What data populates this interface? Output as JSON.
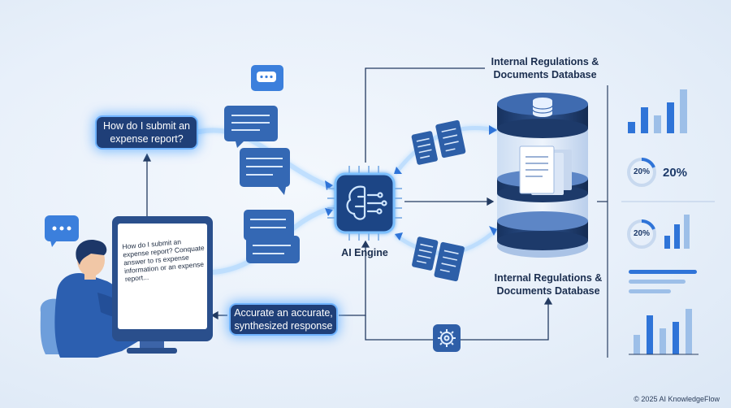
{
  "query": {
    "line1": "How do I submit an",
    "line2": "expense report?"
  },
  "response": {
    "line1": "Accurate an accurate,",
    "line2": "synthesized response"
  },
  "engine": {
    "label": "AI Engine"
  },
  "database": {
    "top_line1": "Internal Regulations &",
    "top_line2": "Documents Database",
    "bottom_line1": "Internal Regulations &",
    "bottom_line2": "Documents Database"
  },
  "screen": {
    "lines": [
      "How do I submit an",
      "expense report? Conquate",
      "answer to rs expense",
      "information or an expense",
      "report..."
    ]
  },
  "stats": {
    "donut1": "20%",
    "donut1_side": "20%",
    "donut2": "20%"
  },
  "footer": "© 2025 AI KnowledgeFlow",
  "colors": {
    "accent": "#2f74d8",
    "dark": "#1f3f78",
    "glow": "#6fb3ff"
  }
}
